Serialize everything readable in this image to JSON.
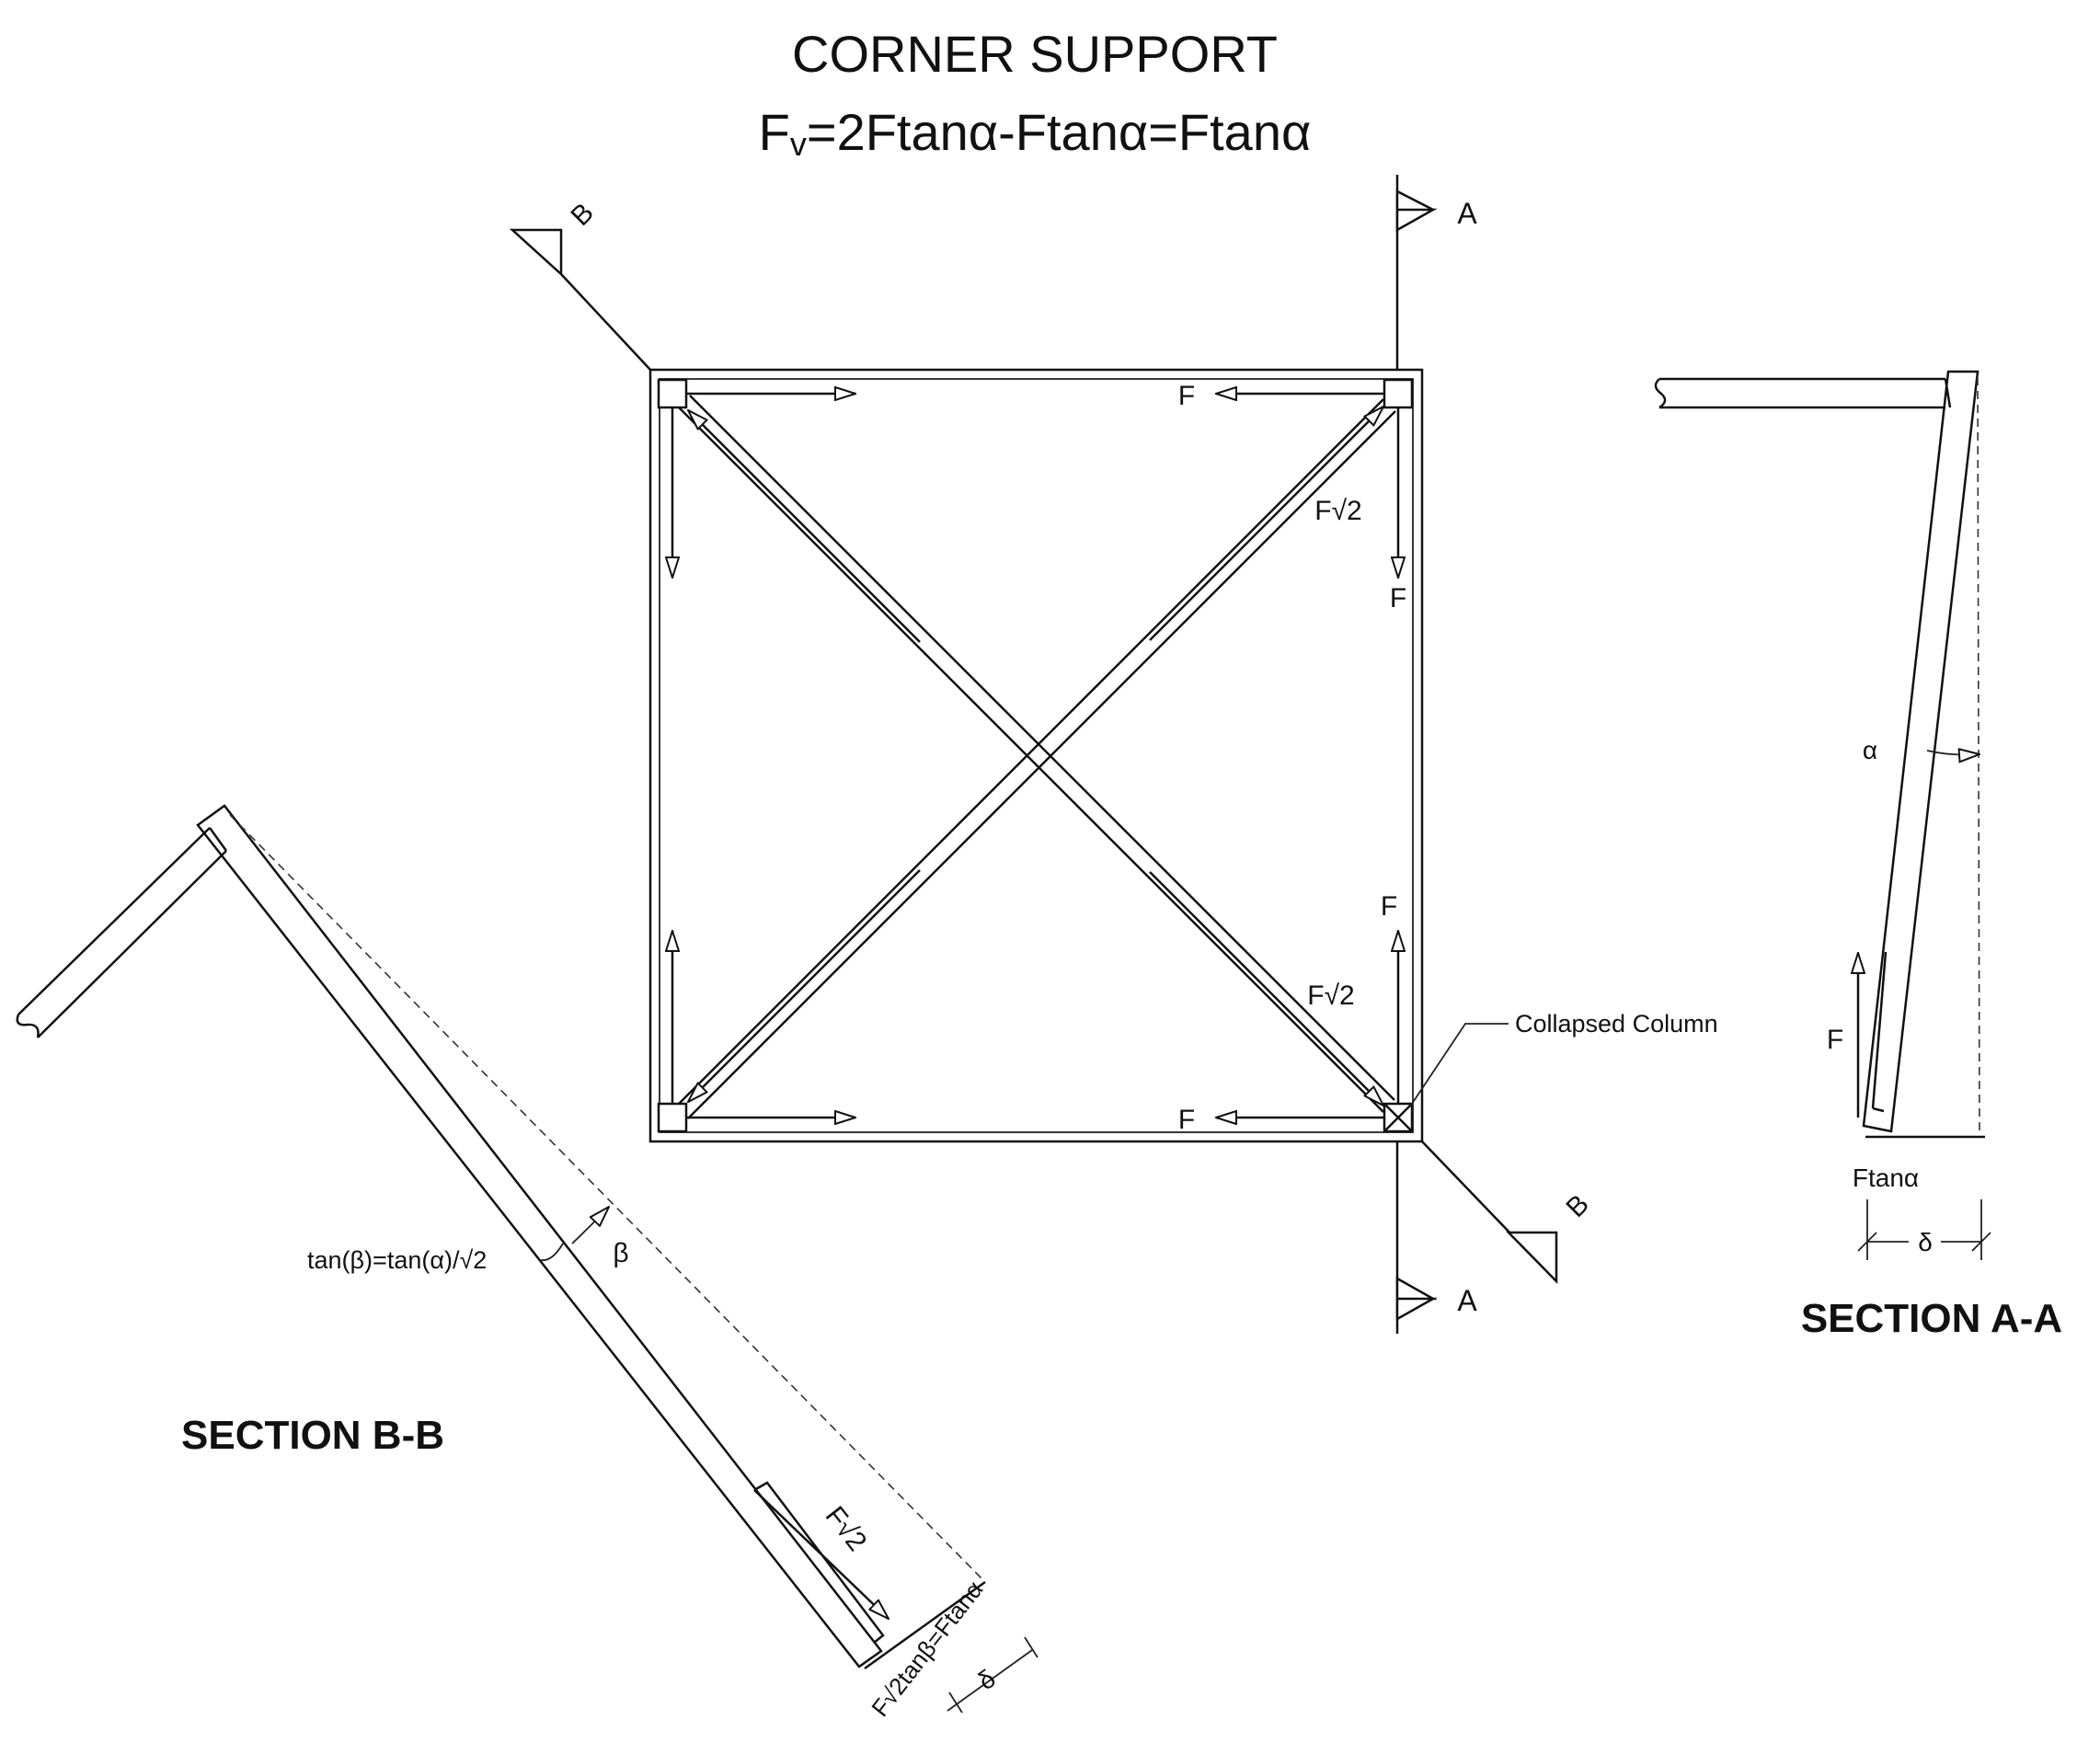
{
  "title": {
    "line1": "CORNER SUPPORT",
    "formula_f": "F",
    "formula_sub": "v",
    "formula_rest": "=2Ftanα-Ftanα=Ftanα"
  },
  "plan": {
    "section_markers": {
      "a_top": "A",
      "a_bottom": "A",
      "b_top": "B",
      "b_bottom": "B"
    },
    "force_labels": {
      "f_top_right_horizontal": "F",
      "f_right_down": "F",
      "f_right_up": "F",
      "f_bottom_right_horizontal": "F",
      "f_sqrt2_diag_up": "F√2",
      "f_sqrt2_diag_down": "F√2"
    },
    "callout": "Collapsed Column"
  },
  "section_a": {
    "title": "SECTION A-A",
    "alpha": "α",
    "force": "F",
    "ftan": "Ftanα",
    "delta": "δ"
  },
  "section_b": {
    "title": "SECTION B-B",
    "tan_relation": "tan(β)=tan(α)/√2",
    "beta": "β",
    "force": "F√2",
    "force_relation": "F√2tanβ=Ftanα",
    "delta": "δ"
  }
}
